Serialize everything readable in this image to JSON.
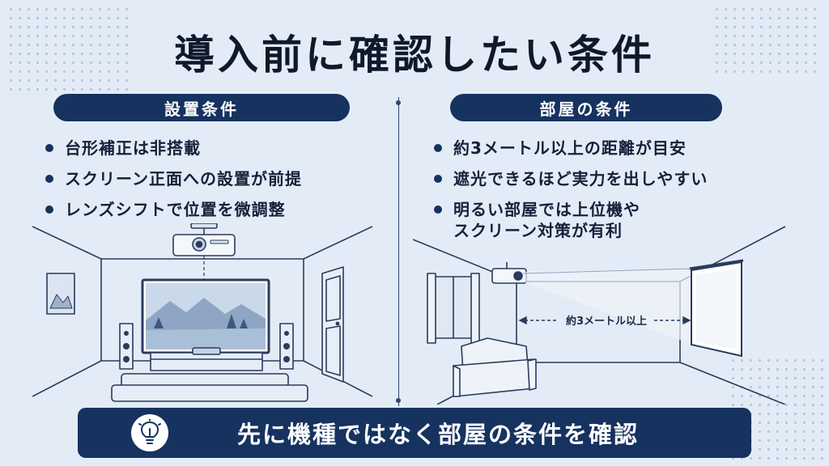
{
  "title": "導入前に確認したい条件",
  "left": {
    "heading": "設置条件",
    "items": [
      "台形補正は非搭載",
      "スクリーン正面への設置が前提",
      "レンズシフトで位置を微調整"
    ]
  },
  "right": {
    "heading": "部屋の条件",
    "items": [
      "約3メートル以上の距離が目安",
      "遮光できるほど実力を出しやすい",
      "明るい部屋では上位機や"
    ],
    "item3_line2": "スクリーン対策が有利",
    "distance_label": "約3メートル以上"
  },
  "banner": {
    "text": "先に機種ではなく部屋の条件を確認",
    "icon": "lightbulb-icon"
  },
  "colors": {
    "background": "#e3ecf6",
    "navy": "#16325f",
    "text": "#14213a"
  }
}
